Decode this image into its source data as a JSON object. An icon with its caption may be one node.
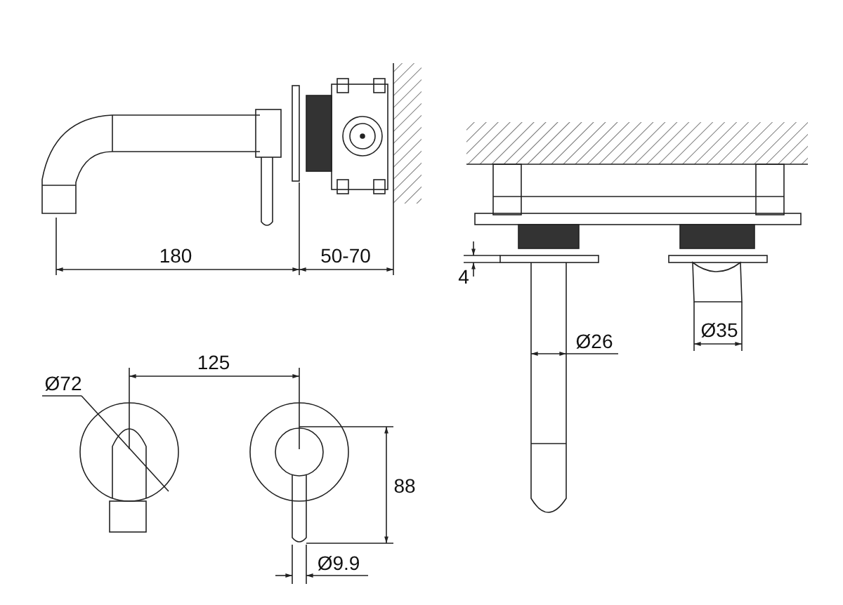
{
  "diagram": {
    "labels": [
      "180",
      "50-70",
      "4",
      "Ø26",
      "Ø35",
      "Ø72",
      "125",
      "88",
      "Ø9.9"
    ]
  }
}
